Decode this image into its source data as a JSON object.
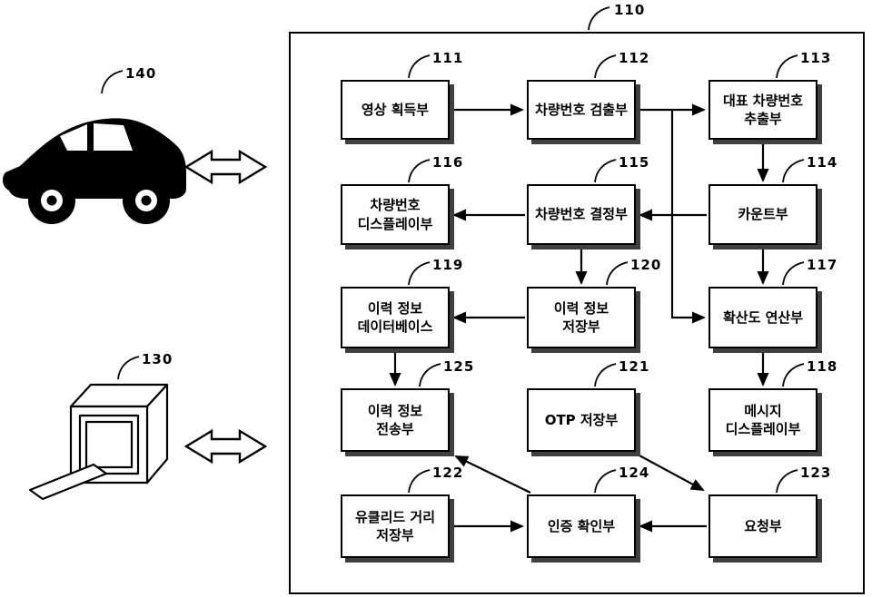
{
  "figure": {
    "ink_color": "#000000",
    "shadow_color": "#3f3f3f",
    "system": {
      "ref": "110"
    },
    "externals": {
      "vehicle": {
        "ref": "140",
        "icon": "car-side-silhouette-icon"
      },
      "terminal": {
        "ref": "130",
        "icon": "desktop-computer-icon"
      }
    },
    "blocks": {
      "b111": {
        "ref": "111",
        "label": "영상 획득부"
      },
      "b112": {
        "ref": "112",
        "label": "차량번호 검출부"
      },
      "b113": {
        "ref": "113",
        "label": "대표 차량번호\n추출부"
      },
      "b114": {
        "ref": "114",
        "label": "카운트부"
      },
      "b115": {
        "ref": "115",
        "label": "차량번호 결정부"
      },
      "b116": {
        "ref": "116",
        "label": "차량번호\n디스플레이부"
      },
      "b117": {
        "ref": "117",
        "label": "확산도 연산부"
      },
      "b118": {
        "ref": "118",
        "label": "메시지\n디스플레이부"
      },
      "b119": {
        "ref": "119",
        "label": "이력 정보\n데이터베이스"
      },
      "b120": {
        "ref": "120",
        "label": "이력 정보\n저장부"
      },
      "b121": {
        "ref": "121",
        "label": "OTP 저장부"
      },
      "b122": {
        "ref": "122",
        "label": "유클리드 거리\n저장부"
      },
      "b123": {
        "ref": "123",
        "label": "요청부"
      },
      "b124": {
        "ref": "124",
        "label": "인증 확인부"
      },
      "b125": {
        "ref": "125",
        "label": "이력 정보\n전송부"
      }
    }
  }
}
